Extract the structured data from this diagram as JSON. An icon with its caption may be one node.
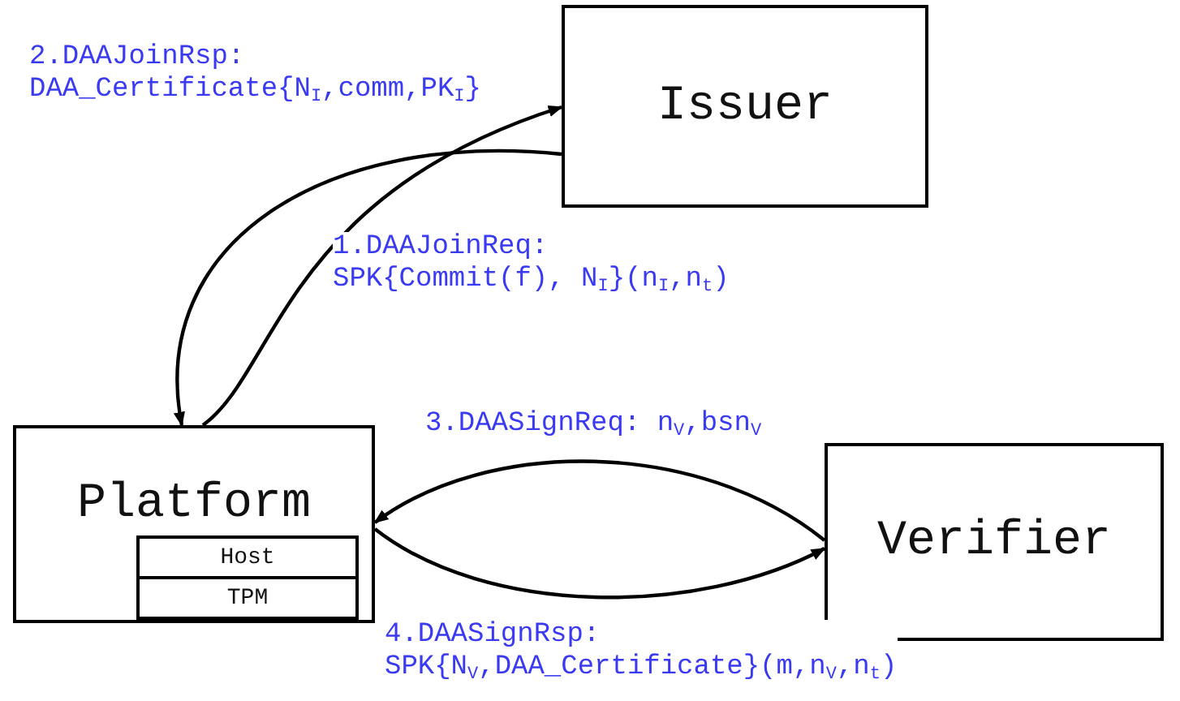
{
  "diagram": {
    "nodes": [
      {
        "text": [
          "Issuer"
        ]
      },
      {
        "text": [
          "Platform"
        ]
      },
      {
        "text": [
          "Host"
        ],
        "in": 1
      },
      {
        "text": [
          "TPM"
        ],
        "in": 1
      },
      {
        "text": [
          "Verifier"
        ]
      }
    ],
    "edges": [
      {
        "from": 1,
        "to": 0,
        "arrow": "to",
        "label": "1.DAAJoinReq: SPK{Commit(f), N$_{I}$}(n$_{I}$,n$_{t}$)"
      },
      {
        "from": 0,
        "to": 1,
        "arrow": "to",
        "label": "2.DAAJoinRsp: DAA_Certificate{N$_{I}$,comm,PK$_{I}$}"
      },
      {
        "from": 4,
        "to": 1,
        "arrow": "to",
        "label": "3.DAASignReq: n$_{V}$,bsn$_{V}$"
      },
      {
        "from": 1,
        "to": 4,
        "arrow": "to",
        "label": "4.DAASignRsp: SPK{N$_{V}$,DAA_Certificate}(m,n$_{V}$,n$_{t}$)"
      }
    ]
  }
}
